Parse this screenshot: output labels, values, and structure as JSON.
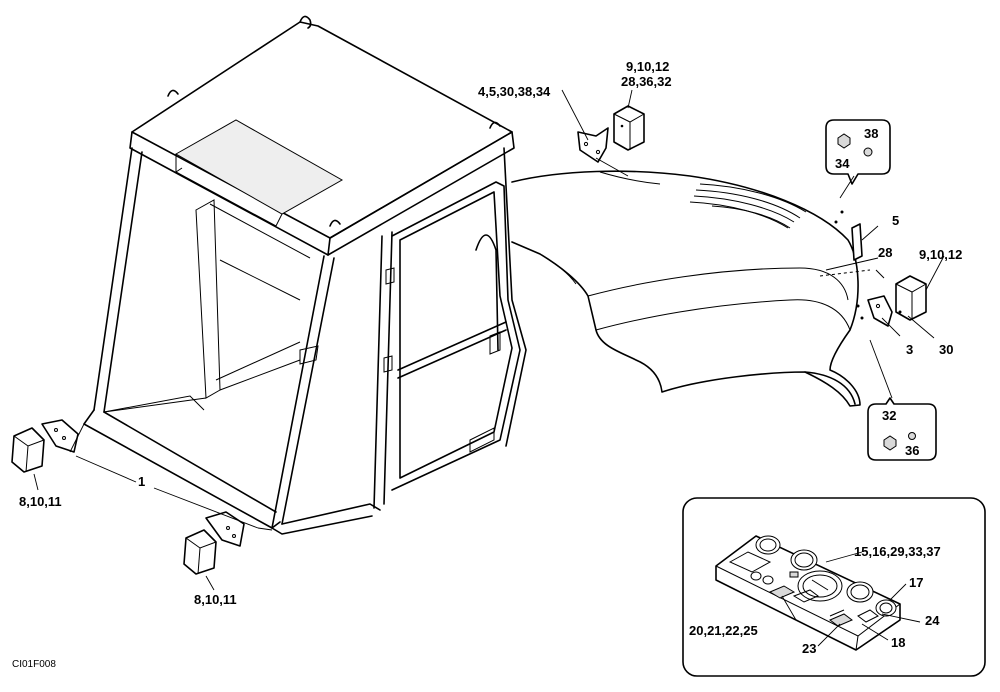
{
  "drawing_code": "CI01F008",
  "labels": {
    "l_4_5_30_38_34": "4,5,30,38,34",
    "l_9_10_12_top": "9,10,12",
    "l_28_36_32": "28,36,32",
    "l_38": "38",
    "l_34": "34",
    "l_5": "5",
    "l_28": "28",
    "l_9_10_12_right": "9,10,12",
    "l_3": "3",
    "l_30": "30",
    "l_32": "32",
    "l_36": "36",
    "l_1": "1",
    "l_8_10_11_left": "8,10,11",
    "l_8_10_11_bottom": "8,10,11",
    "l_15_16_29_33_37": "15,16,29,33,37",
    "l_17": "17",
    "l_20_21_22_25": "20,21,22,25",
    "l_24": "24",
    "l_18": "18",
    "l_23": "23"
  }
}
